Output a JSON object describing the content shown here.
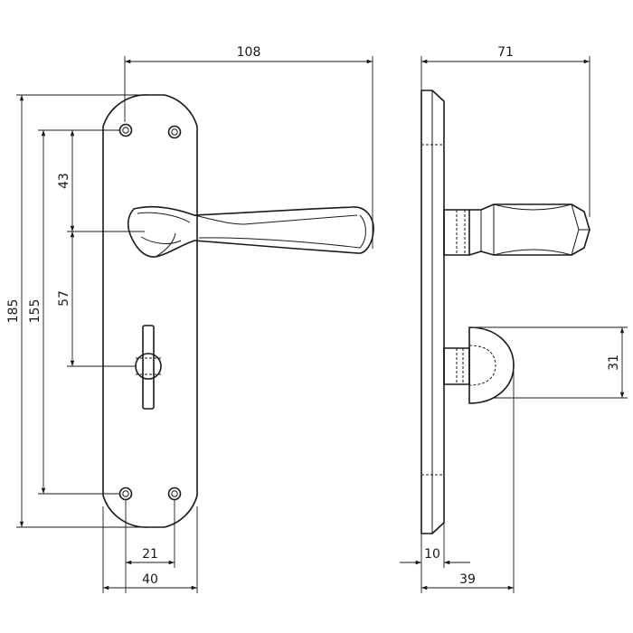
{
  "dimensions": {
    "plate_width": "108",
    "side_depth": "71",
    "overall_height": "185",
    "screw_spacing": "155",
    "handle_to_top_screw": "43",
    "handle_to_turn": "57",
    "turn_knob_depth": "31",
    "screw_offset": "21",
    "plate_face_width": "40",
    "plate_thickness": "10",
    "turn_projection": "39"
  }
}
